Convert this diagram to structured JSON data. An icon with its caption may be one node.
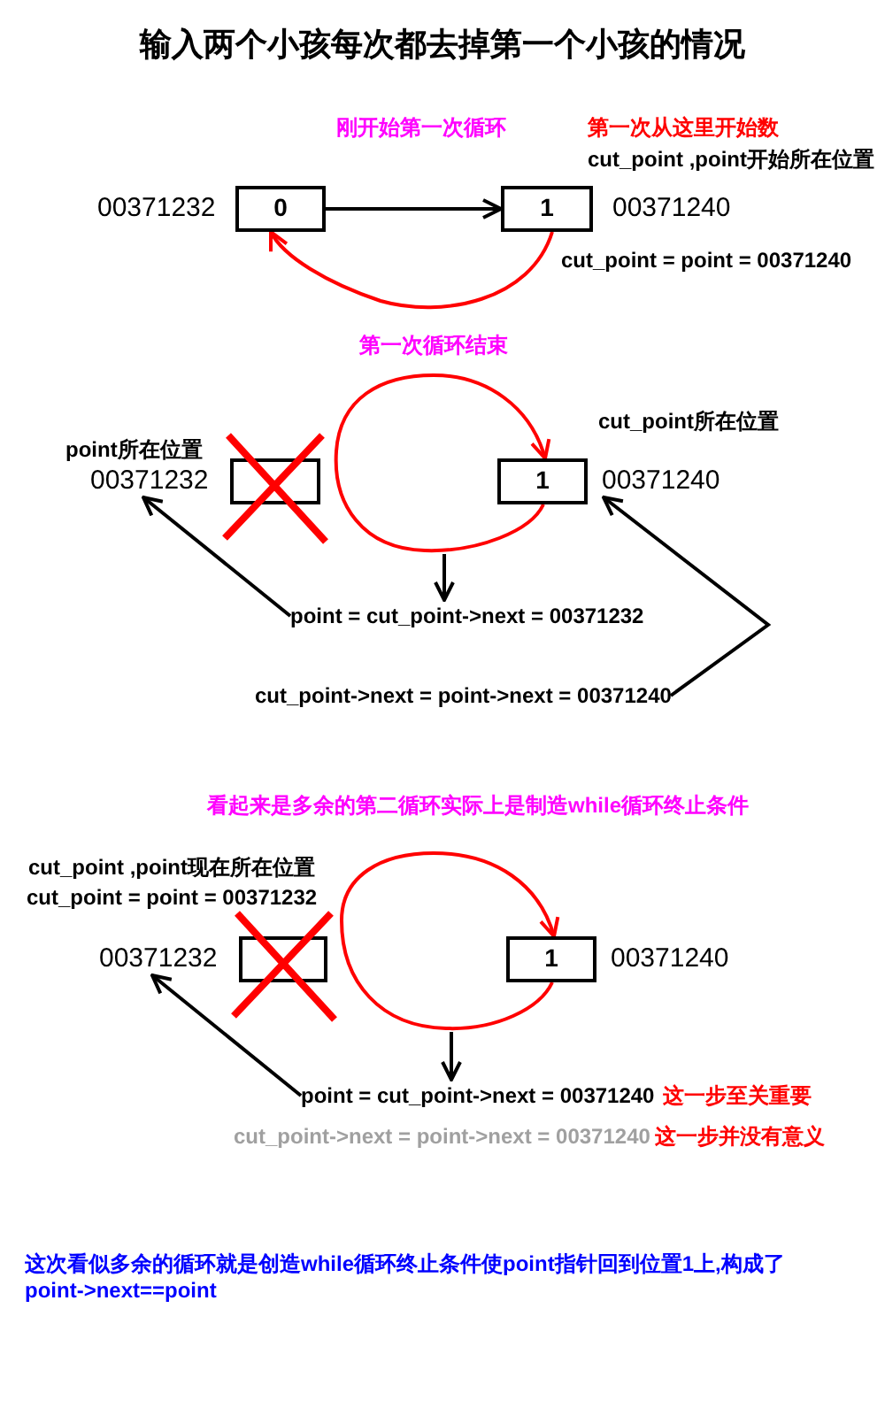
{
  "diagram": {
    "title": "输入两个小孩每次都去掉第一个小孩的情况",
    "nodes": [
      {
        "text": [
          "0"
        ],
        "beside": [
          "00371232"
        ]
      },
      {
        "text": [
          "1"
        ],
        "beside": [
          "00371240",
          "第一次从这里开始数"
        ]
      },
      {
        "text": [],
        "shape": "box",
        "beside": [
          "00371232",
          "point所在位置"
        ]
      },
      {
        "text": [
          "1"
        ],
        "beside": [
          "00371240",
          "cut_point所在位置"
        ]
      },
      {
        "text": [
          "point = cut_point->next = 00371232"
        ]
      },
      {
        "text": [
          "cut_point->next = point->next = 00371240"
        ]
      },
      {
        "text": [],
        "shape": "box",
        "beside": [
          "00371232",
          "cut_point ,point现在所在位置",
          "cut_point = point = 00371232"
        ]
      },
      {
        "text": [
          "1"
        ],
        "beside": [
          "00371240"
        ]
      },
      {
        "text": [
          "point = cut_point->next = 00371240",
          "这一步至关重要"
        ]
      }
    ],
    "edges": [
      {
        "from": 0,
        "to": 1,
        "arrow": "to"
      },
      {
        "from": 1,
        "to": 0,
        "arrow": "to",
        "color": "#ff0000"
      },
      {
        "from": 3,
        "to": 3,
        "arrow": "to",
        "color": "#ff0000"
      },
      {
        "from": null,
        "to": 4,
        "arrow": "to"
      },
      {
        "from": 4,
        "to": 2,
        "arrow": "to"
      },
      {
        "from": 5,
        "to": 3,
        "arrow": "to"
      },
      {
        "from": 7,
        "to": 7,
        "arrow": "to",
        "color": "#ff0000"
      },
      {
        "from": null,
        "to": 8,
        "arrow": "to"
      },
      {
        "from": 8,
        "to": 6,
        "arrow": "to"
      }
    ],
    "labels": [
      "刚开始第一次循环",
      "cut_point ,point开始所在位置",
      "cut_point = point = 00371240",
      "第一次循环结束",
      "看起来是多余的第二循环实际上是制造while循环终止条件",
      "cut_point->next = point->next = 00371240",
      "这一步并没有意义",
      "这次看似多余的循环就是创造while循环终止条件使point指针回到位置1上,构成了point->next==point"
    ]
  }
}
